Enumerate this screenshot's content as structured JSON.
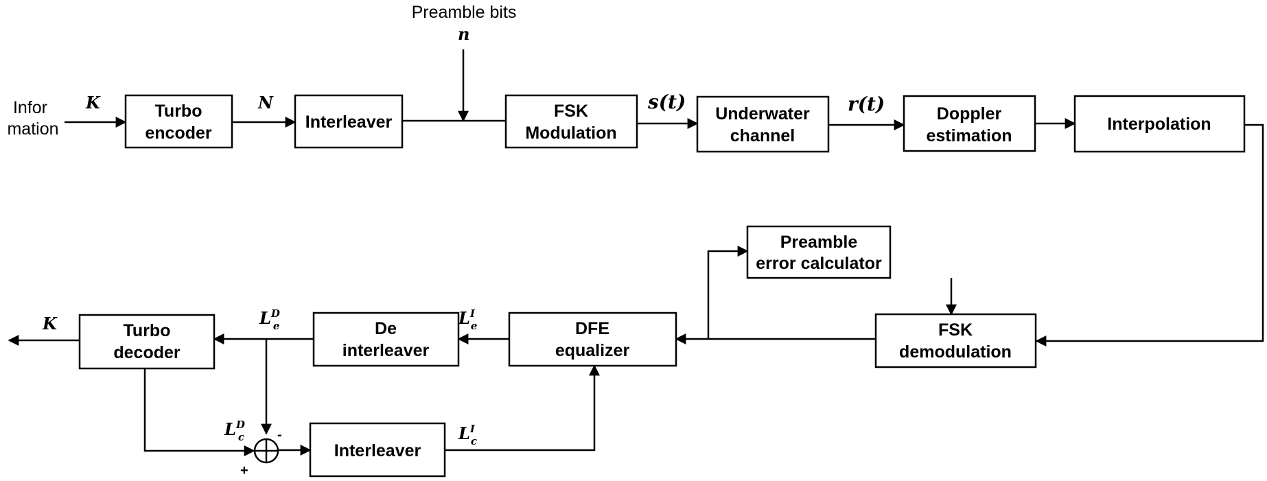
{
  "input_label": [
    "Infor",
    "mation"
  ],
  "preamble_label": "Preamble bits",
  "symbols": {
    "K_in": "K",
    "N": "N",
    "n": "n",
    "s_t": "s(t)",
    "r_t": "r(t)",
    "K_out": "K",
    "Le_D": {
      "base": "L",
      "sub": "e",
      "sup": "D"
    },
    "Le_I": {
      "base": "L",
      "sub": "e",
      "sup": "I"
    },
    "Lc_D": {
      "base": "L",
      "sub": "c",
      "sup": "D"
    },
    "Lc_I": {
      "base": "L",
      "sub": "c",
      "sup": "I"
    },
    "minus": "-",
    "plus": "+"
  },
  "blocks": {
    "turbo_encoder": [
      "Turbo",
      "encoder"
    ],
    "interleaver_top": [
      "Interleaver"
    ],
    "fsk_modulation": [
      "FSK",
      "Modulation"
    ],
    "underwater_channel": [
      "Underwater",
      "channel"
    ],
    "doppler_estimation": [
      "Doppler",
      "estimation"
    ],
    "interpolation": [
      "Interpolation"
    ],
    "preamble_error_calculator": [
      "Preamble",
      "error calculator"
    ],
    "fsk_demodulation": [
      "FSK",
      "demodulation"
    ],
    "dfe_equalizer": [
      "DFE",
      "equalizer"
    ],
    "de_interleaver": [
      "De",
      "interleaver"
    ],
    "turbo_decoder": [
      "Turbo",
      "decoder"
    ],
    "interleaver_bottom": [
      "Interleaver"
    ]
  }
}
